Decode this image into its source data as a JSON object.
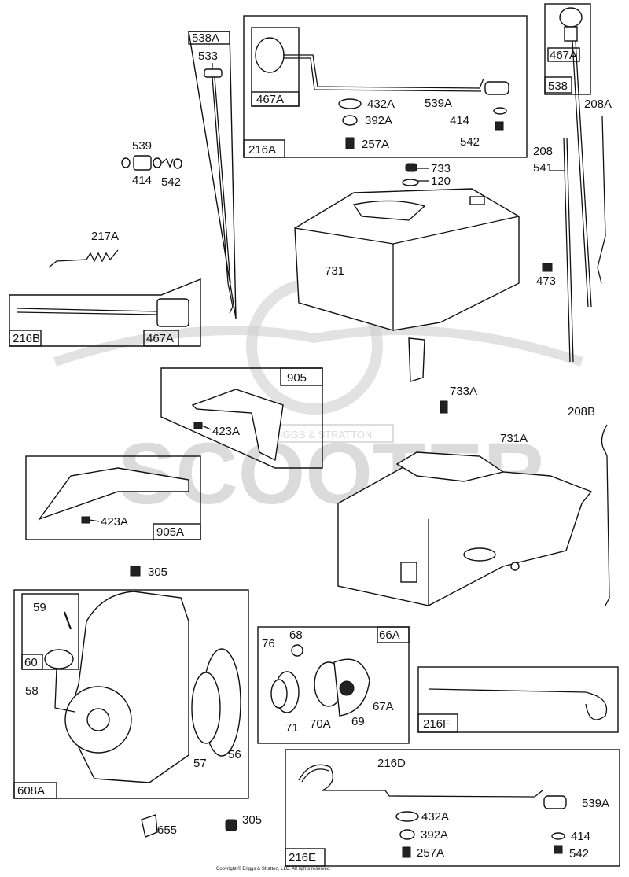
{
  "watermark": {
    "brand": "SCOOTER",
    "sub": "BRIGGS & STRATTON"
  },
  "copyright": "Copyright © Briggs & Stratton, LLC. All rights reserved.",
  "callouts": {
    "c538A": "538A",
    "c533": "533",
    "c216A": "216A",
    "c467A_top": "467A",
    "c432A_top": "432A",
    "c392A_top": "392A",
    "c257A_top": "257A",
    "c539A_top": "539A",
    "c414_top": "414",
    "c542_top": "542",
    "c538": "538",
    "c467A_right": "467A",
    "c208A": "208A",
    "c208": "208",
    "c541": "541",
    "c539": "539",
    "c414_left": "414",
    "c542_left": "542",
    "c217A": "217A",
    "c216B": "216B",
    "c467A_left": "467A",
    "c733": "733",
    "c120": "120",
    "c731": "731",
    "c473": "473",
    "c905": "905",
    "c423A_a": "423A",
    "c905A": "905A",
    "c423A_b": "423A",
    "c733A": "733A",
    "c208B": "208B",
    "c731A": "731A",
    "c305_top": "305",
    "c59": "59",
    "c60": "60",
    "c58": "58",
    "c608A": "608A",
    "c57": "57",
    "c56": "56",
    "c655": "655",
    "c305_bot": "305",
    "c66A": "66A",
    "c76": "76",
    "c68": "68",
    "c67A": "67A",
    "c71": "71",
    "c70A": "70A",
    "c69": "69",
    "c216F": "216F",
    "c216D": "216D",
    "c539A_bot": "539A",
    "c432A_bot": "432A",
    "c392A_bot": "392A",
    "c257A_bot": "257A",
    "c414_bot": "414",
    "c542_bot": "542",
    "c216E": "216E"
  }
}
